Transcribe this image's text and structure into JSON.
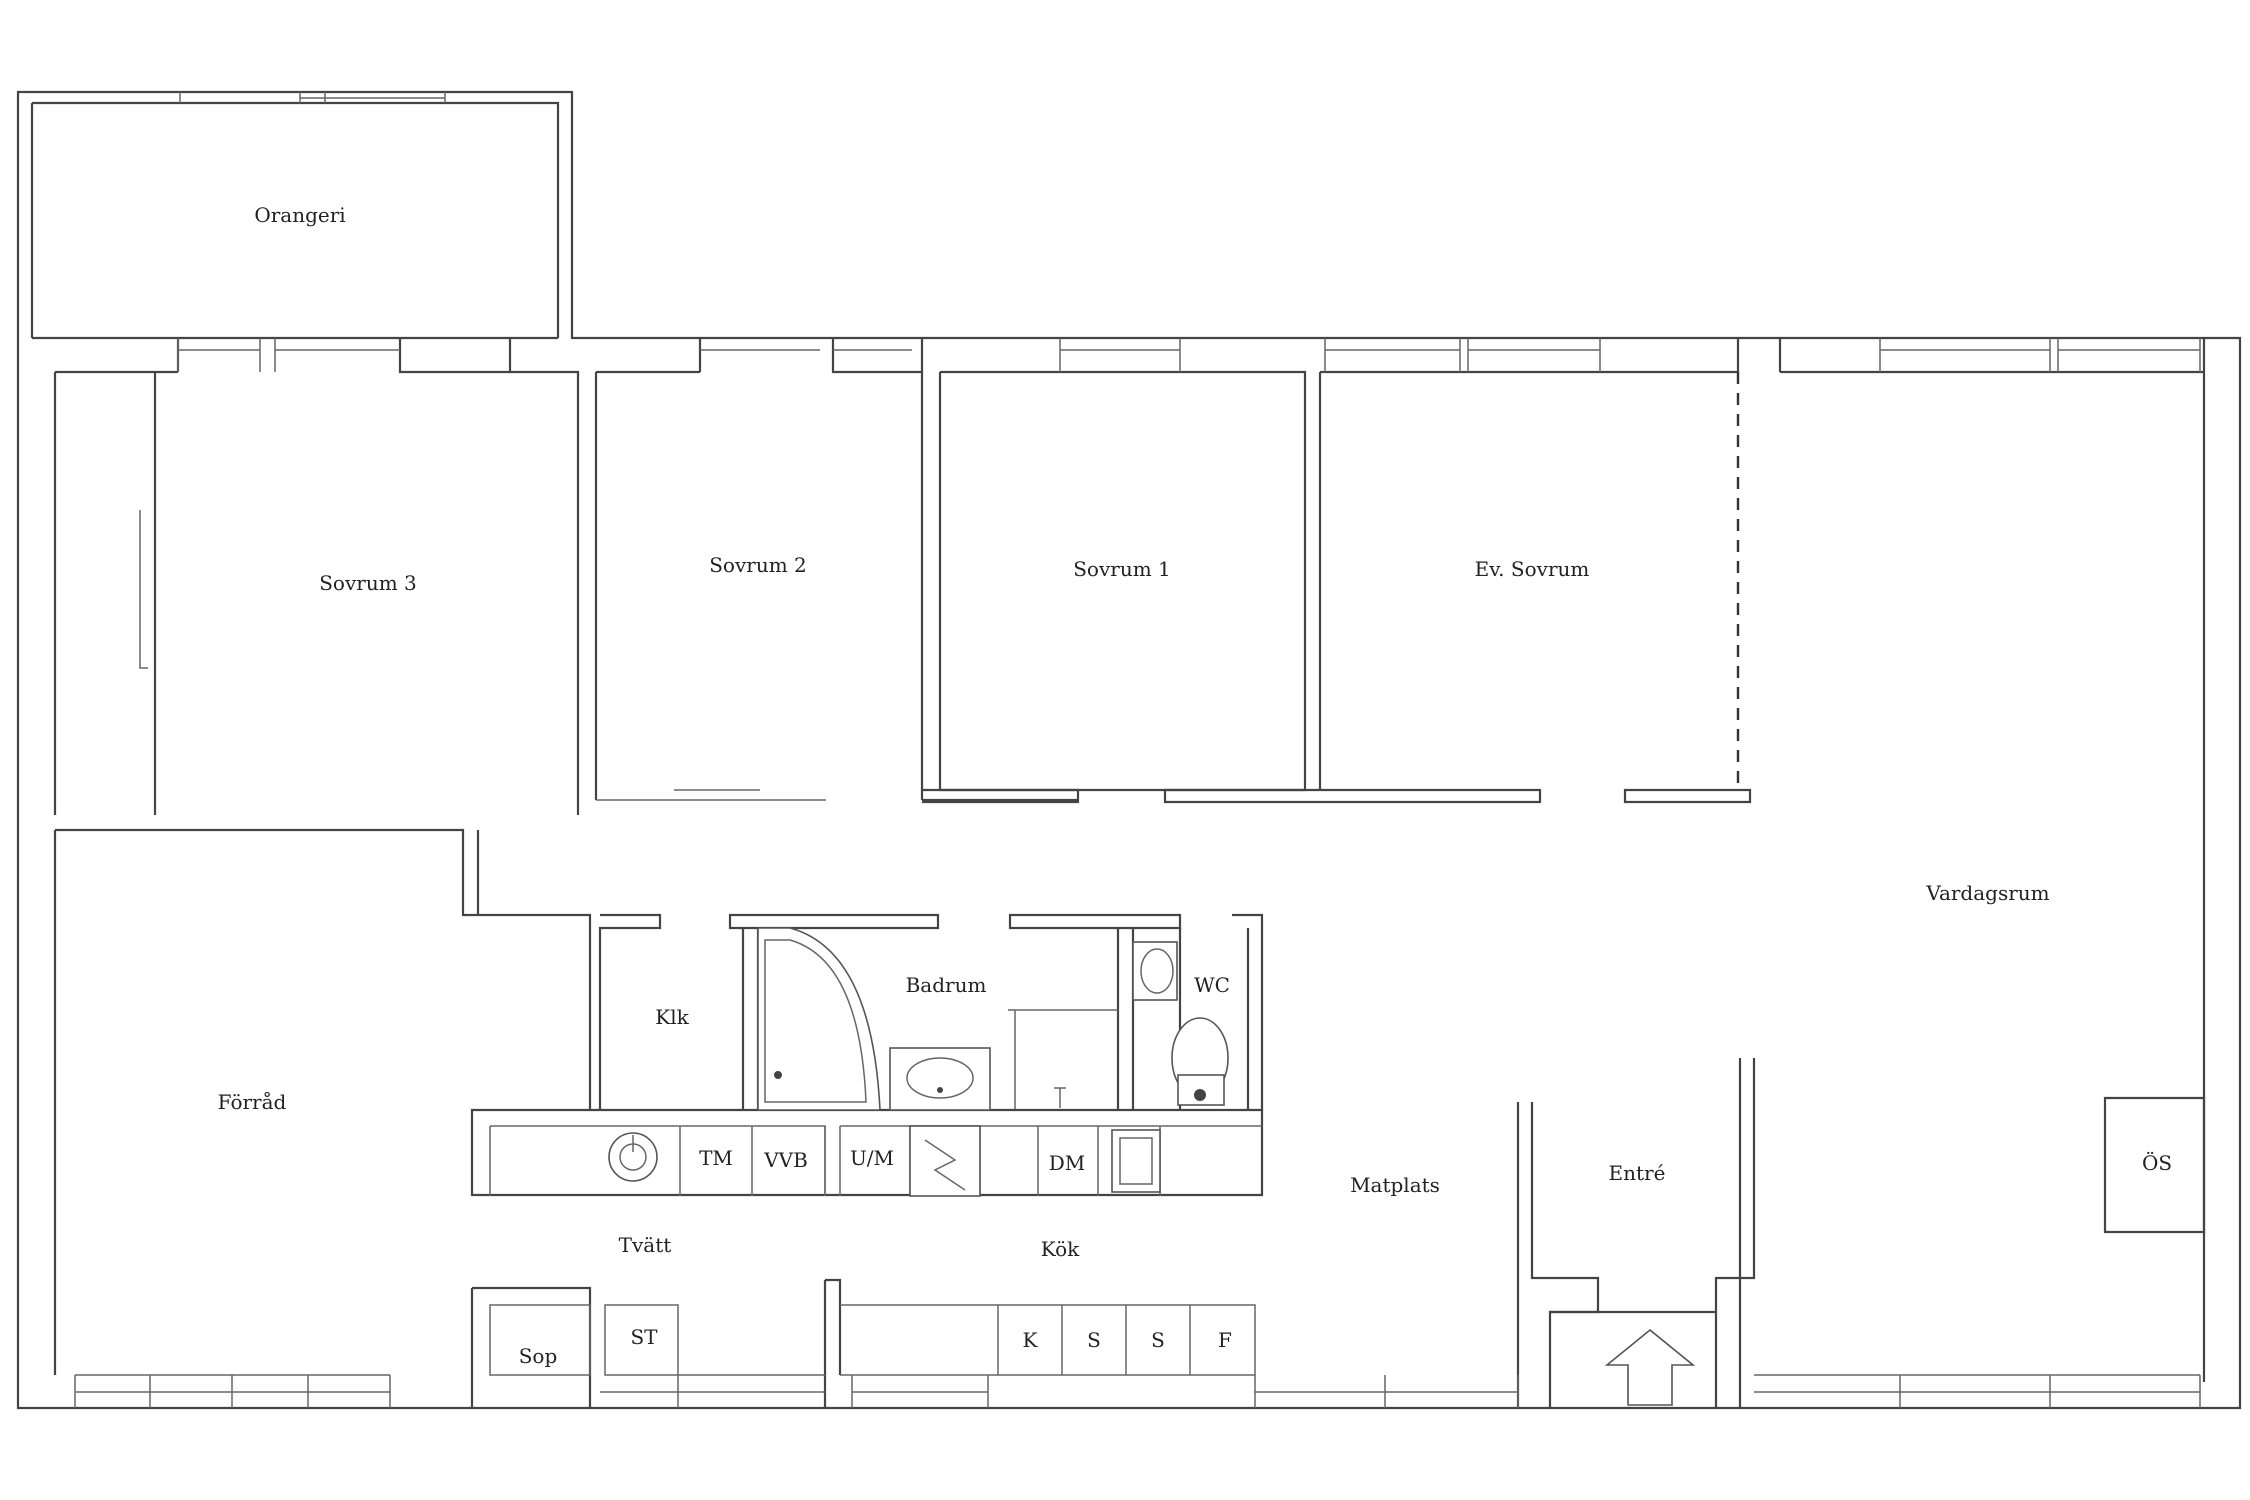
{
  "rooms": {
    "orangeri": "Orangeri",
    "sovrum3": "Sovrum 3",
    "sovrum2": "Sovrum 2",
    "sovrum1": "Sovrum 1",
    "ev_sovrum": "Ev. Sovrum",
    "vardagsrum": "Vardagsrum",
    "forrad": "Förråd",
    "klk": "Klk",
    "badrum": "Badrum",
    "wc": "WC",
    "matplats": "Matplats",
    "entre": "Entré",
    "os": "ÖS",
    "tvatt": "Tvätt",
    "kok": "Kök",
    "sop": "Sop",
    "st": "ST"
  },
  "fixtures": {
    "tm": "TM",
    "vvb": "VVB",
    "um": "U/M",
    "dm": "DM",
    "k": "K",
    "s1": "S",
    "s2": "S",
    "f": "F"
  },
  "colors": {
    "wall": "#444444",
    "background": "#ffffff"
  }
}
